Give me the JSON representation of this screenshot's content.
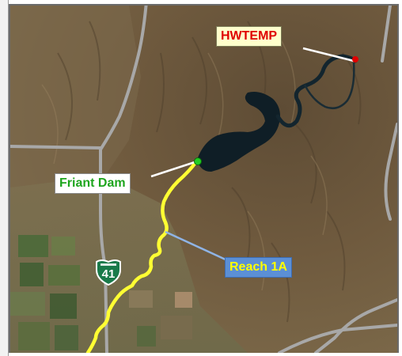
{
  "map": {
    "labels": {
      "hwtemp": "HWTEMP",
      "friant_dam": "Friant Dam",
      "reach": "Reach 1A"
    },
    "highway_shield": {
      "number": "41",
      "icon": "california-state-route-shield-icon"
    }
  },
  "colors": {
    "hwtemp_text": "#e00000",
    "hwtemp_marker": "#e00000",
    "friant_text": "#1ea51e",
    "friant_marker": "#22cc22",
    "reach_text": "#ffff00",
    "river_line": "#ffff33",
    "roads": "#a8a8a8",
    "reservoir": "#0f1e26",
    "shield": "#1a7a4a"
  }
}
